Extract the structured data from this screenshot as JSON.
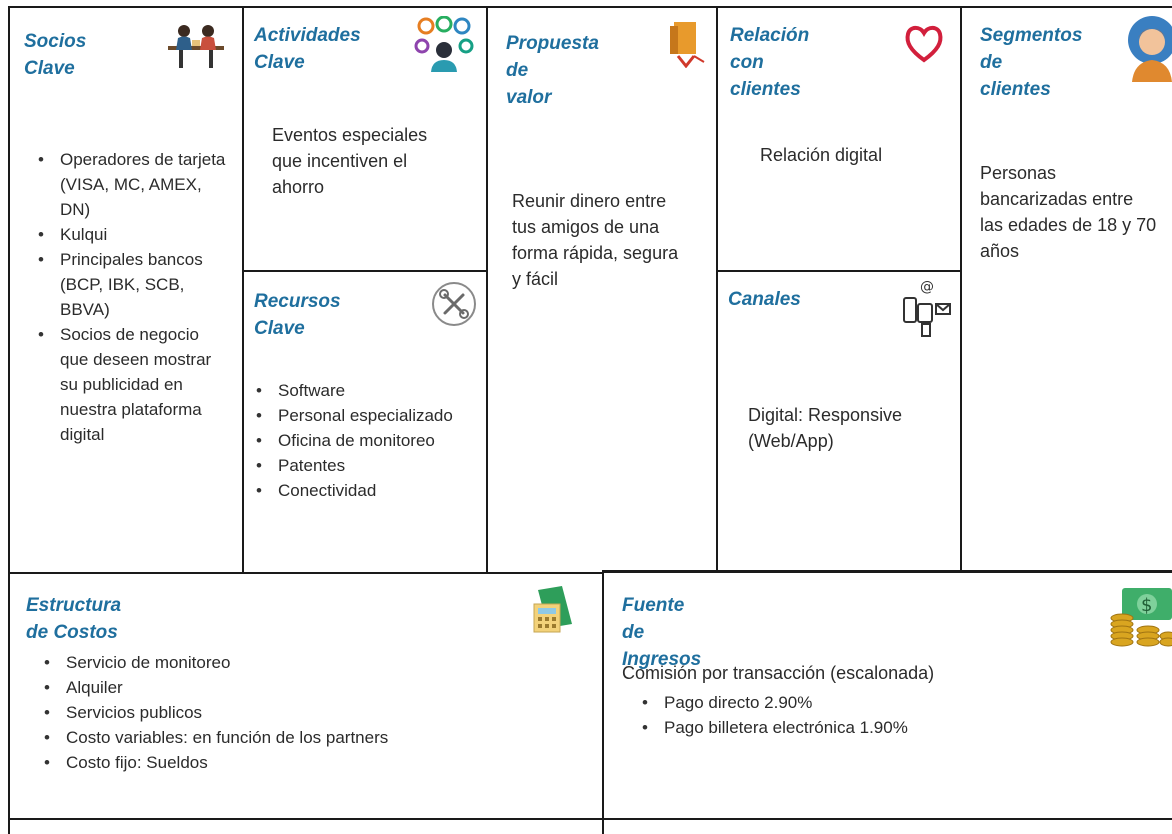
{
  "socios_clave": {
    "title": "Socios Clave",
    "icon": "people-meeting-icon",
    "items": [
      "Operadores de tarjeta (VISA, MC, AMEX, DN)",
      "Kulqui",
      "Principales bancos (BCP, IBK, SCB, BBVA)",
      "Socios de negocio que deseen mostrar su publicidad en nuestra plataforma digital"
    ]
  },
  "actividades_clave": {
    "title_line1": "Actividades",
    "title_line2": "Clave",
    "icon": "team-network-icon",
    "text": "Eventos especiales que incentiven el ahorro"
  },
  "recursos_clave": {
    "title_line1": "Recursos",
    "title_line2": "Clave",
    "icon": "tools-icon",
    "items": [
      "Software",
      "Personal especializado",
      "Oficina de monitoreo",
      "Patentes",
      "Conectividad"
    ]
  },
  "propuesta_valor": {
    "title_line1": "Propuesta de",
    "title_line2": "valor",
    "icon": "gift-box-icon",
    "text": "Reunir dinero entre tus amigos de una forma rápida, segura y fácil"
  },
  "relacion_clientes": {
    "title_line1": "Relación con",
    "title_line2": "clientes",
    "icon": "heart-icon",
    "text": "Relación digital"
  },
  "canales": {
    "title": "Canales",
    "icon": "devices-channels-icon",
    "text": "Digital: Responsive (Web/App)"
  },
  "segmentos_clientes": {
    "title_line1": "Segmentos de",
    "title_line2": "clientes",
    "icon": "person-avatar-icon",
    "text": "Personas bancarizadas entre las edades de 18 y 70 años"
  },
  "estructura_costos": {
    "title": "Estructura de Costos",
    "icon": "calculator-folder-icon",
    "items": [
      "Servicio de monitoreo",
      "Alquiler",
      "Servicios publicos",
      "Costo variables: en función de los partners",
      "Costo fijo: Sueldos"
    ]
  },
  "fuente_ingresos": {
    "title": "Fuente de Ingresos",
    "icon": "money-coins-icon",
    "text": "Comisión por transacción (escalonada)",
    "items": [
      "Pago directo 2.90%",
      "Pago billetera electrónica 1.90%"
    ]
  },
  "colors": {
    "title": "#1f6f9e",
    "text": "#2b2b2b",
    "border": "#1a1a1a"
  }
}
